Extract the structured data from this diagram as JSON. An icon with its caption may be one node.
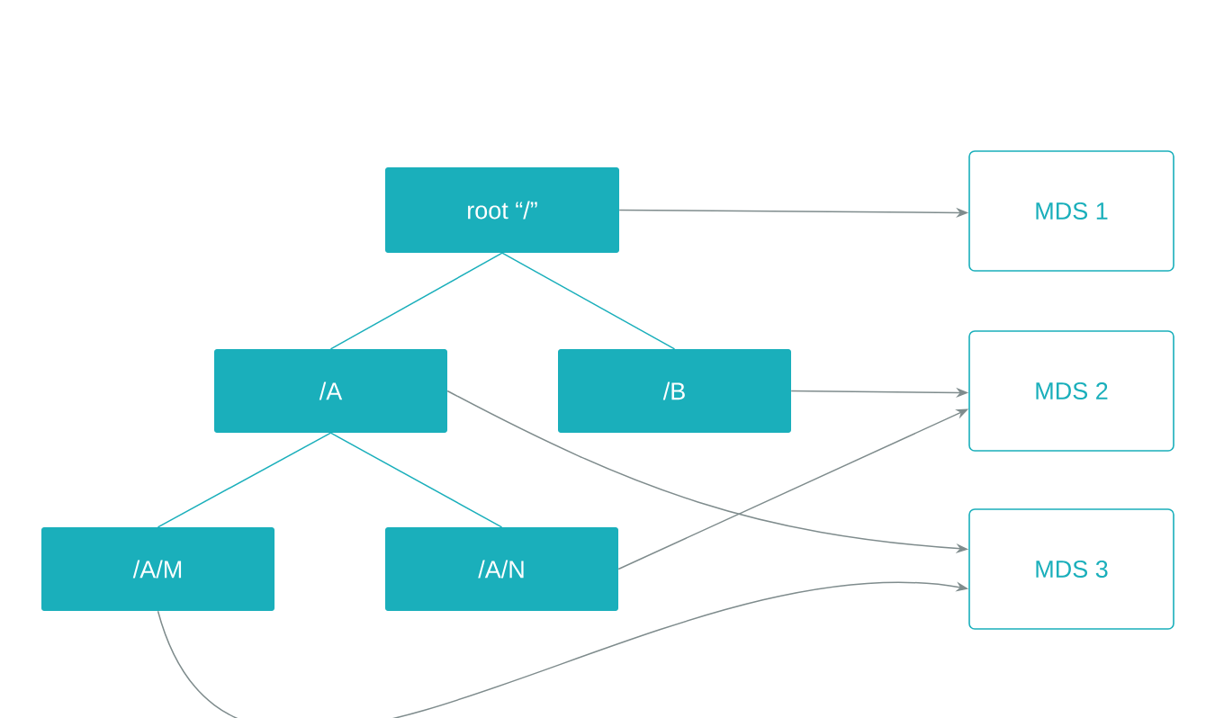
{
  "diagram": {
    "nodes": [
      {
        "text": [
          "root “/”"
        ]
      },
      {
        "text": [
          "/A"
        ]
      },
      {
        "text": [
          "/B"
        ]
      },
      {
        "text": [
          "/A/M"
        ]
      },
      {
        "text": [
          "/A/N"
        ]
      },
      {
        "text": [
          "MDS 1"
        ]
      },
      {
        "text": [
          "MDS 2"
        ]
      },
      {
        "text": [
          "MDS 3"
        ]
      }
    ],
    "edges": [
      {
        "from": 0,
        "to": 1,
        "arrow": "none",
        "color": "#1aafbb"
      },
      {
        "from": 0,
        "to": 2,
        "arrow": "none",
        "color": "#1aafbb"
      },
      {
        "from": 1,
        "to": 3,
        "arrow": "none",
        "color": "#1aafbb"
      },
      {
        "from": 1,
        "to": 4,
        "arrow": "none",
        "color": "#1aafbb"
      },
      {
        "from": 0,
        "to": 5,
        "arrow": "to"
      },
      {
        "from": 2,
        "to": 6,
        "arrow": "to"
      },
      {
        "from": 4,
        "to": 6,
        "arrow": "to"
      },
      {
        "from": 1,
        "to": 7,
        "arrow": "to"
      },
      {
        "from": 3,
        "to": 7,
        "arrow": "to"
      }
    ]
  }
}
